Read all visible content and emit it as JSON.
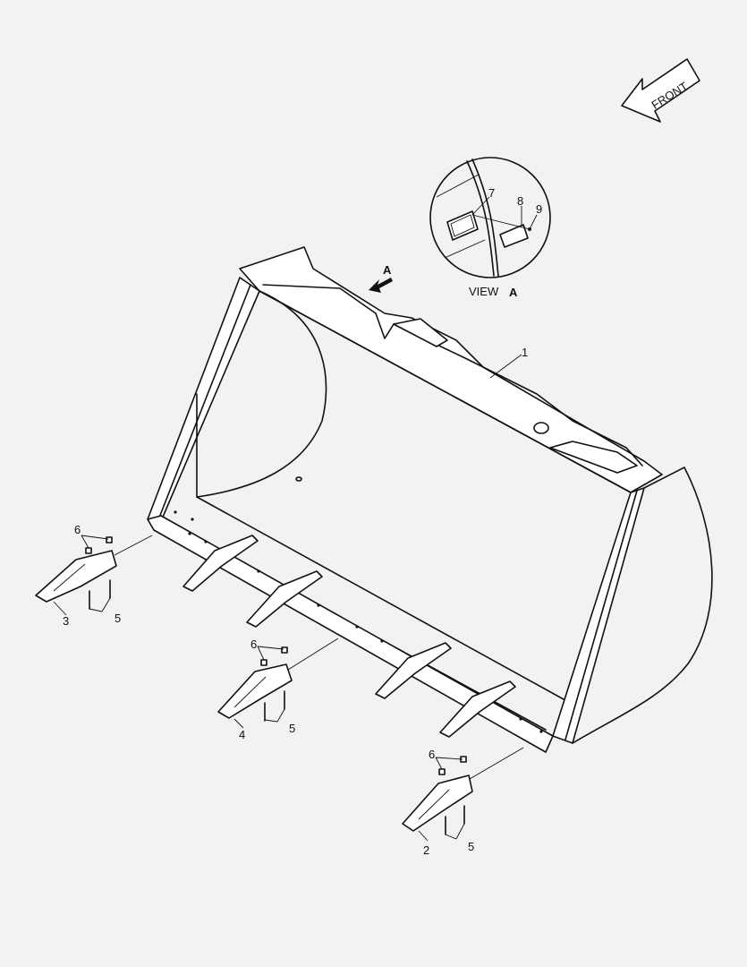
{
  "front_arrow": {
    "label": "FRONT"
  },
  "view_arrow": {
    "label": "A"
  },
  "detail_view": {
    "caption": "VIEW",
    "letter": "A",
    "callouts": [
      "7",
      "8",
      "9"
    ]
  },
  "callouts": {
    "bucket": "1",
    "tooth_right": "2",
    "tooth_left": "3",
    "tooth_middle": "4",
    "bolt": "5",
    "nut": "6"
  }
}
